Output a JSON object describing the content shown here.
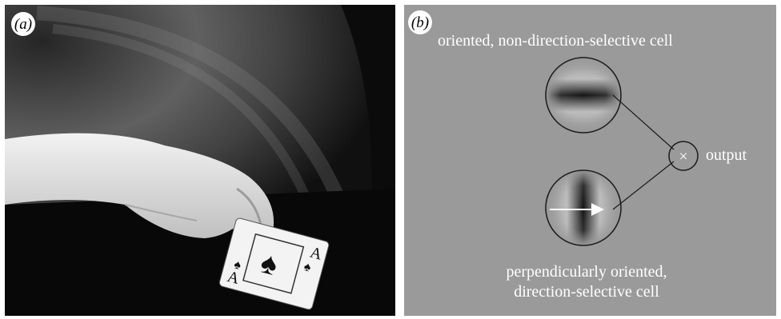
{
  "panel_a": {
    "tag": "(a)",
    "card": {
      "rank_top": "A",
      "rank_bottom": "A",
      "suit": "♠"
    }
  },
  "panel_b": {
    "tag": "(b)",
    "top_cell_label": "oriented, non-direction-selective cell",
    "bottom_cell_label_line1": "perpendicularly oriented,",
    "bottom_cell_label_line2": "direction-selective cell",
    "multiply_symbol": "×",
    "output_label": "output"
  }
}
